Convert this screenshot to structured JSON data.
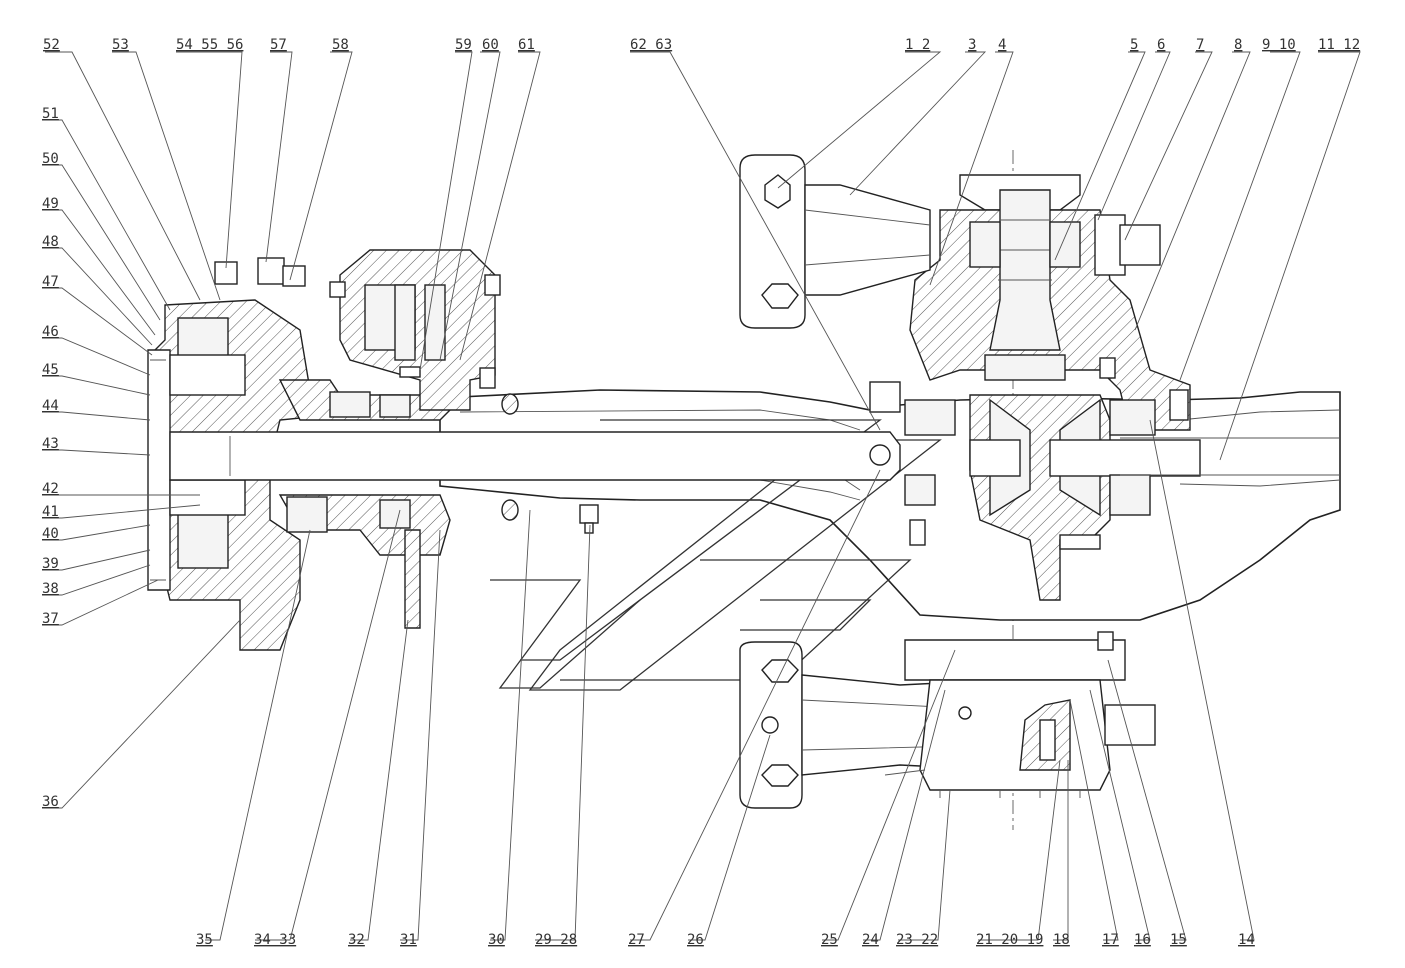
{
  "top_labels": [
    {
      "id": "52",
      "text": "52"
    },
    {
      "id": "53",
      "text": "53"
    },
    {
      "id": "54_56",
      "text": "54 55 56"
    },
    {
      "id": "57",
      "text": "57"
    },
    {
      "id": "58",
      "text": "58"
    },
    {
      "id": "59",
      "text": "59"
    },
    {
      "id": "60",
      "text": "60"
    },
    {
      "id": "61",
      "text": "61"
    },
    {
      "id": "62_63",
      "text": "62 63"
    },
    {
      "id": "1_2",
      "text": "1  2"
    },
    {
      "id": "3",
      "text": "3"
    },
    {
      "id": "4",
      "text": "4"
    },
    {
      "id": "5",
      "text": "5"
    },
    {
      "id": "6",
      "text": "6"
    },
    {
      "id": "7",
      "text": "7"
    },
    {
      "id": "8",
      "text": "8"
    },
    {
      "id": "9_10",
      "text": "9  10"
    },
    {
      "id": "11_12",
      "text": "11 12"
    }
  ],
  "left_labels": [
    {
      "id": "51",
      "text": "51"
    },
    {
      "id": "50",
      "text": "50"
    },
    {
      "id": "49",
      "text": "49"
    },
    {
      "id": "48",
      "text": "48"
    },
    {
      "id": "47",
      "text": "47"
    },
    {
      "id": "46",
      "text": "46"
    },
    {
      "id": "45",
      "text": "45"
    },
    {
      "id": "44",
      "text": "44"
    },
    {
      "id": "43",
      "text": "43"
    },
    {
      "id": "42",
      "text": "42"
    },
    {
      "id": "41",
      "text": "41"
    },
    {
      "id": "40",
      "text": "40"
    },
    {
      "id": "39",
      "text": "39"
    },
    {
      "id": "38",
      "text": "38"
    },
    {
      "id": "37",
      "text": "37"
    },
    {
      "id": "36",
      "text": "36"
    }
  ],
  "bottom_labels": [
    {
      "id": "35",
      "text": "35"
    },
    {
      "id": "34_33",
      "text": "34 33"
    },
    {
      "id": "32",
      "text": "32"
    },
    {
      "id": "31",
      "text": "31"
    },
    {
      "id": "30",
      "text": "30"
    },
    {
      "id": "29_28",
      "text": "29 28"
    },
    {
      "id": "27",
      "text": "27"
    },
    {
      "id": "26",
      "text": "26"
    },
    {
      "id": "25",
      "text": "25"
    },
    {
      "id": "24",
      "text": "24"
    },
    {
      "id": "23_22",
      "text": "23 22"
    },
    {
      "id": "21_19",
      "text": "21 20 19"
    },
    {
      "id": "18",
      "text": "18"
    },
    {
      "id": "17",
      "text": "17"
    },
    {
      "id": "16",
      "text": "16"
    },
    {
      "id": "15",
      "text": "15"
    },
    {
      "id": "14",
      "text": "14"
    }
  ]
}
